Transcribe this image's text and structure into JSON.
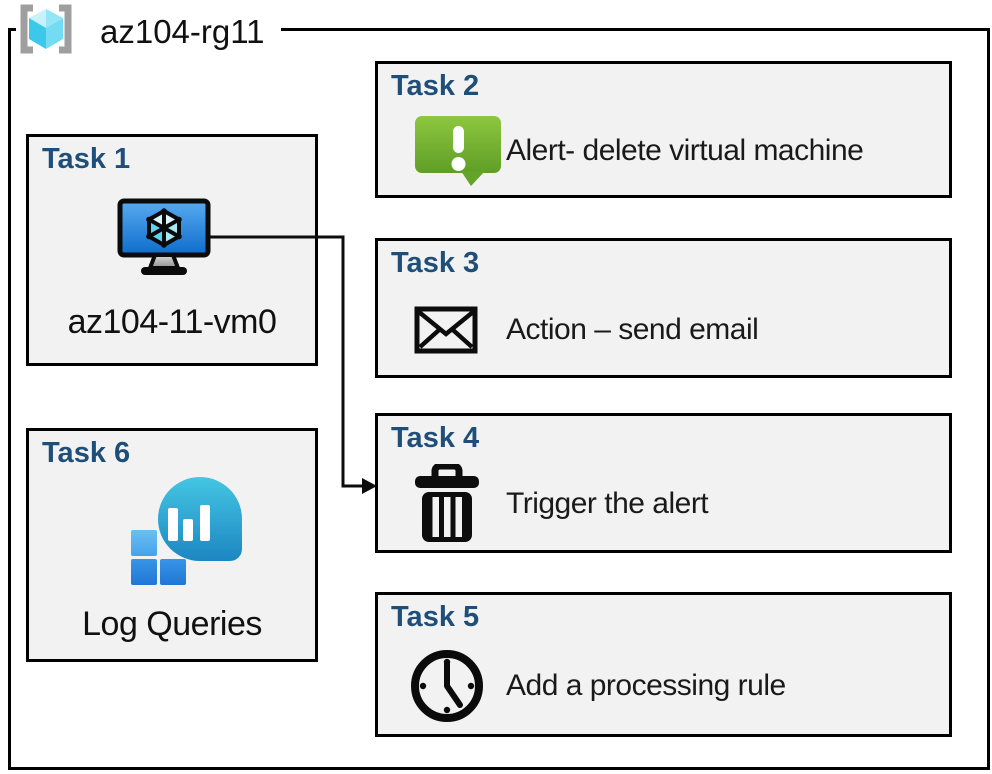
{
  "resource_group": {
    "name": "az104-rg11",
    "icon": "resource-group"
  },
  "tasks": [
    {
      "title": "Task 1",
      "label": "az104-11-vm0",
      "icon": "virtual-machine"
    },
    {
      "title": "Task 2",
      "label": "Alert- delete virtual machine",
      "icon": "alert-message"
    },
    {
      "title": "Task 3",
      "label": "Action – send email",
      "icon": "email-envelope"
    },
    {
      "title": "Task 4",
      "label": "Trigger the alert",
      "icon": "trash-delete"
    },
    {
      "title": "Task 5",
      "label": "Add a processing rule",
      "icon": "clock-schedule"
    },
    {
      "title": "Task 6",
      "label": "Log Queries",
      "icon": "log-analytics"
    }
  ],
  "connector": {
    "from": "Task 1 virtual machine",
    "to": "Task 4"
  },
  "colors": {
    "task_title": "#1F4E79",
    "box_background": "#F2F2F2",
    "outline": "#000000",
    "alert_green_top": "#8EC73F",
    "alert_green_bottom": "#5F9E26",
    "azure_cyan": "#3CC8E8",
    "azure_blue": "#1D86C2",
    "vm_screen_top": "#58ABF0",
    "vm_screen_bottom": "#0E6CCC"
  }
}
